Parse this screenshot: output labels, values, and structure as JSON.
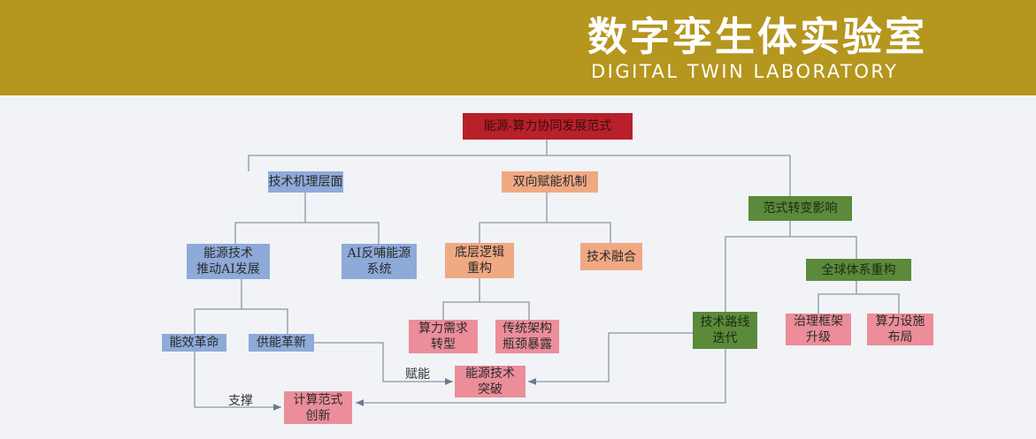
{
  "brand": {
    "title_cn": "数字孪生体实验室",
    "title_en": "DIGITAL TWIN LABORATORY"
  },
  "diagram": {
    "root": "能源-算力协同发展范式",
    "tech_mechanism": "技术机理层面",
    "bidirectional": "双向赋能机制",
    "paradigm_impact": "范式转变影响",
    "energy_drives_ai": "能源技术\n推动AI发展",
    "ai_feeds_energy": "AI反哺能源\n系统",
    "underlying_logic": "底层逻辑\n重构",
    "tech_fusion": "技术融合",
    "global_system": "全球体系重构",
    "efficiency_revolution": "能效革命",
    "supply_innovation": "供能革新",
    "compute_demand": "算力需求\n转型",
    "legacy_arch": "传统架构\n瓶颈暴露",
    "tech_route": "技术路线\n迭代",
    "governance": "治理框架\n升级",
    "compute_infra": "算力设施\n布局",
    "energy_breakthrough": "能源技术\n突破",
    "compute_paradigm": "计算范式\n创新",
    "label_empower": "赋能",
    "label_support": "支撑"
  },
  "colors": {
    "banner": "#b5961e",
    "root": "#b8202a",
    "blue": "#8eaad8",
    "salmon": "#f0a983",
    "pink": "#ec8d9a",
    "green": "#5b8a3b"
  }
}
